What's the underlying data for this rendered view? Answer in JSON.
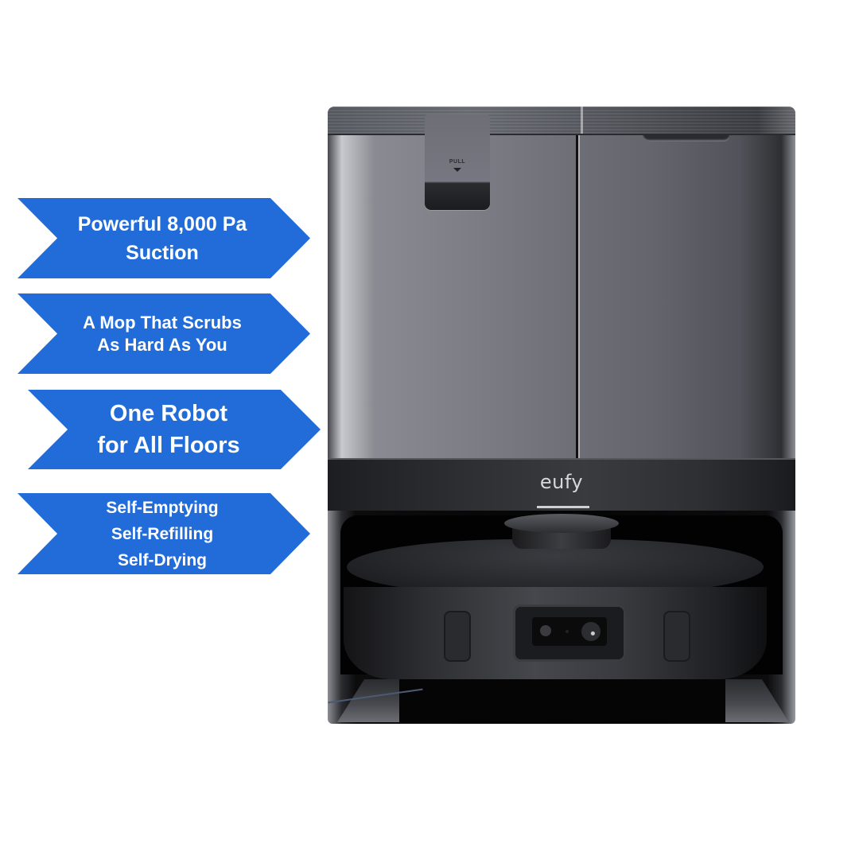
{
  "colors": {
    "arrow_fill": "#226CD9",
    "arrow_text": "#FFFFFF",
    "background": "#FFFFFF",
    "product_body": "#6E6F77",
    "product_base": "#1D1E21"
  },
  "feature_arrows": [
    {
      "lines": [
        "Powerful 8,000 Pa",
        "Suction"
      ]
    },
    {
      "lines": [
        "A Mop That Scrubs",
        "As Hard As You"
      ]
    },
    {
      "lines": [
        "One Robot",
        "for All Floors"
      ]
    },
    {
      "lines": [
        "Self-Emptying",
        "Self-Refilling",
        "Self-Drying"
      ]
    }
  ],
  "product": {
    "brand_logo": "eufy",
    "handle_label": "PULL",
    "handle_icon": "triangle-down-icon",
    "description": "Robot vacuum and mop docked in self-emptying base station"
  }
}
